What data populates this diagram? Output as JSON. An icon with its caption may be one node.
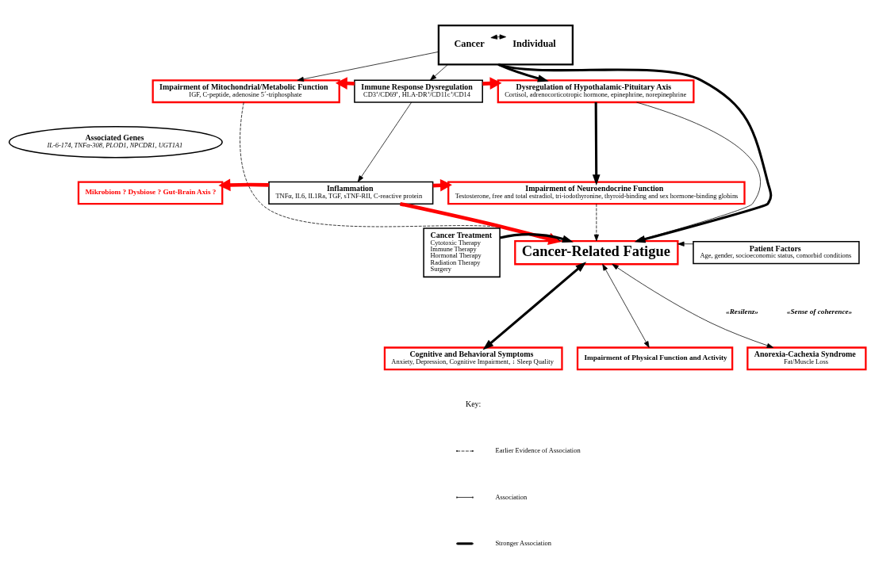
{
  "diagram": {
    "nodes": [
      {
        "text": [],
        "shape": "box"
      },
      {
        "text": [
          "Cancer"
        ],
        "in": 0
      },
      {
        "text": [
          "Individual"
        ],
        "in": 0
      },
      {
        "text": [
          "Impairment of Mitochondrial/Metabolic Function",
          "IGF, C-peptide, adenosine 5´-triphosphate"
        ]
      },
      {
        "text": [
          "Immune Response Dysregulation",
          "CD3⁺/CD69⁺, HLA-DR⁺/CD11c⁺/CD14"
        ]
      },
      {
        "text": [
          "Dysregulation of Hypothalamic-Pituitary Axis",
          "Cortisol, adrenocorticotropic hormone, epinephrine, norepinephrine"
        ]
      },
      {
        "text": [
          "Associated Genes",
          "IL-6-174, TNFα-308, PLOD1, NPCDR1, UGT1A1"
        ]
      },
      {
        "text": [
          "Mikrobiom ? Dysbiose ? Gut-Brain Axis ?"
        ]
      },
      {
        "text": [
          "Inflammation",
          "TNFα, IL6, IL1Ra, TGF, sTNF-RII, C-reactive protein"
        ]
      },
      {
        "text": [
          "Impairment of Neuroendocrine Function",
          "Testosterone, free and total estradiol, tri-iodothyronine, thyroid-binding and sex hormone-binding globins"
        ]
      },
      {
        "text": [
          "Cancer Treatment",
          "Cytotoxic Therapy",
          "Immune Therapy",
          "Hormonal Therapy",
          "Radiation Therapy",
          "Surgery"
        ]
      },
      {
        "text": [
          "Cancer-Related Fatigue"
        ]
      },
      {
        "text": [
          "Patient Factors",
          "Age, gender, socioeconomic status, comorbid conditions"
        ]
      },
      {
        "text": [
          "Cognitive and Behavioral Symptoms",
          "Anxiety, Depression, Cognitive Impairment, ↓ Sleep Quality"
        ]
      },
      {
        "text": [
          "Impairment of Physical Function and Activity"
        ]
      },
      {
        "text": [
          "Anorexia-Cachexia Syndrome",
          "Fat/Muscle Loss"
        ]
      }
    ],
    "edges": [
      {
        "from": 1,
        "to": 2,
        "arrow": "both"
      },
      {
        "from": 0,
        "to": 3,
        "arrow": "to"
      },
      {
        "from": 0,
        "to": 4,
        "arrow": "to"
      },
      {
        "from": 0,
        "to": 5,
        "arrow": "to",
        "style": "thick"
      },
      {
        "from": 0,
        "to": 11,
        "arrow": "to",
        "style": "thick"
      },
      {
        "from": 4,
        "to": 3,
        "arrow": "to",
        "style": "thick",
        "color": "#ff0000"
      },
      {
        "from": 4,
        "to": 5,
        "arrow": "to",
        "style": "thick",
        "color": "#ff0000"
      },
      {
        "from": 4,
        "to": 8,
        "arrow": "to"
      },
      {
        "from": 5,
        "to": 9,
        "arrow": "to",
        "style": "thick"
      },
      {
        "from": 8,
        "to": 7,
        "arrow": "to",
        "style": "thick",
        "color": "#ff0000"
      },
      {
        "from": 8,
        "to": 9,
        "arrow": "to",
        "style": "thick",
        "color": "#ff0000"
      },
      {
        "from": 8,
        "to": 11,
        "arrow": "to",
        "style": "thick",
        "color": "#ff0000"
      },
      {
        "from": 3,
        "to": 11,
        "arrow": "to",
        "style": "dashed"
      },
      {
        "from": 5,
        "to": 11,
        "arrow": "to"
      },
      {
        "from": 9,
        "to": 11,
        "arrow": "to",
        "style": "dashed"
      },
      {
        "from": 10,
        "to": 11,
        "arrow": "to",
        "style": "thick"
      },
      {
        "from": 12,
        "to": 11,
        "arrow": "to"
      },
      {
        "from": 11,
        "to": 13,
        "arrow": "both",
        "style": "thick"
      },
      {
        "from": 11,
        "to": 14,
        "arrow": "both"
      },
      {
        "from": 11,
        "to": 15,
        "arrow": "both"
      }
    ],
    "labels": [
      "«Resilenz»",
      "«Sense of coherence»",
      "Key:"
    ],
    "legend": [
      {
        "text": "Earlier Evidence of Association"
      },
      {
        "text": "Association"
      },
      {
        "text": "Stronger Association"
      }
    ]
  }
}
